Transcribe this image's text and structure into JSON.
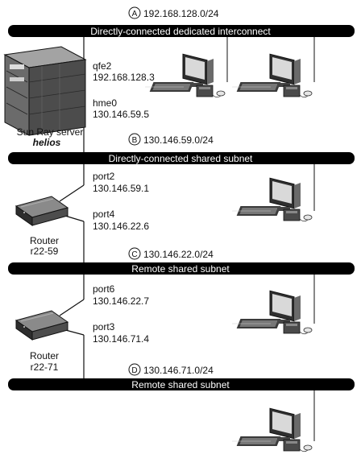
{
  "networks": [
    {
      "id": "A",
      "marker": "A",
      "cidr": "192.168.128.0/24",
      "bar_label": "Directly-connected dedicated interconnect"
    },
    {
      "id": "B",
      "marker": "B",
      "cidr": "130.146.59.0/24",
      "bar_label": "Directly-connected shared subnet"
    },
    {
      "id": "C",
      "marker": "C",
      "cidr": "130.146.22.0/24",
      "bar_label": "Remote shared subnet"
    },
    {
      "id": "D",
      "marker": "D",
      "cidr": "130.146.71.0/24",
      "bar_label": "Remote shared subnet"
    }
  ],
  "server": {
    "label": "Sun Ray server",
    "hostname": "helios",
    "interfaces": [
      {
        "name": "qfe2",
        "ip": "192.168.128.3"
      },
      {
        "name": "hme0",
        "ip": "130.146.59.5"
      }
    ]
  },
  "routers": [
    {
      "label": "Router",
      "hostname": "r22-59",
      "ports": [
        {
          "name": "port2",
          "ip": "130.146.59.1"
        },
        {
          "name": "port4",
          "ip": "130.146.22.6"
        }
      ]
    },
    {
      "label": "Router",
      "hostname": "r22-71",
      "ports": [
        {
          "name": "port6",
          "ip": "130.146.22.7"
        },
        {
          "name": "port3",
          "ip": "130.146.71.4"
        }
      ]
    }
  ],
  "colors": {
    "bar": "#000000",
    "bar_text": "#ffffff",
    "line": "#111111",
    "line_gray": "#777777"
  },
  "icons": {
    "server": "server-tower-icon",
    "router": "router-icon",
    "client": "desktop-client-icon"
  }
}
